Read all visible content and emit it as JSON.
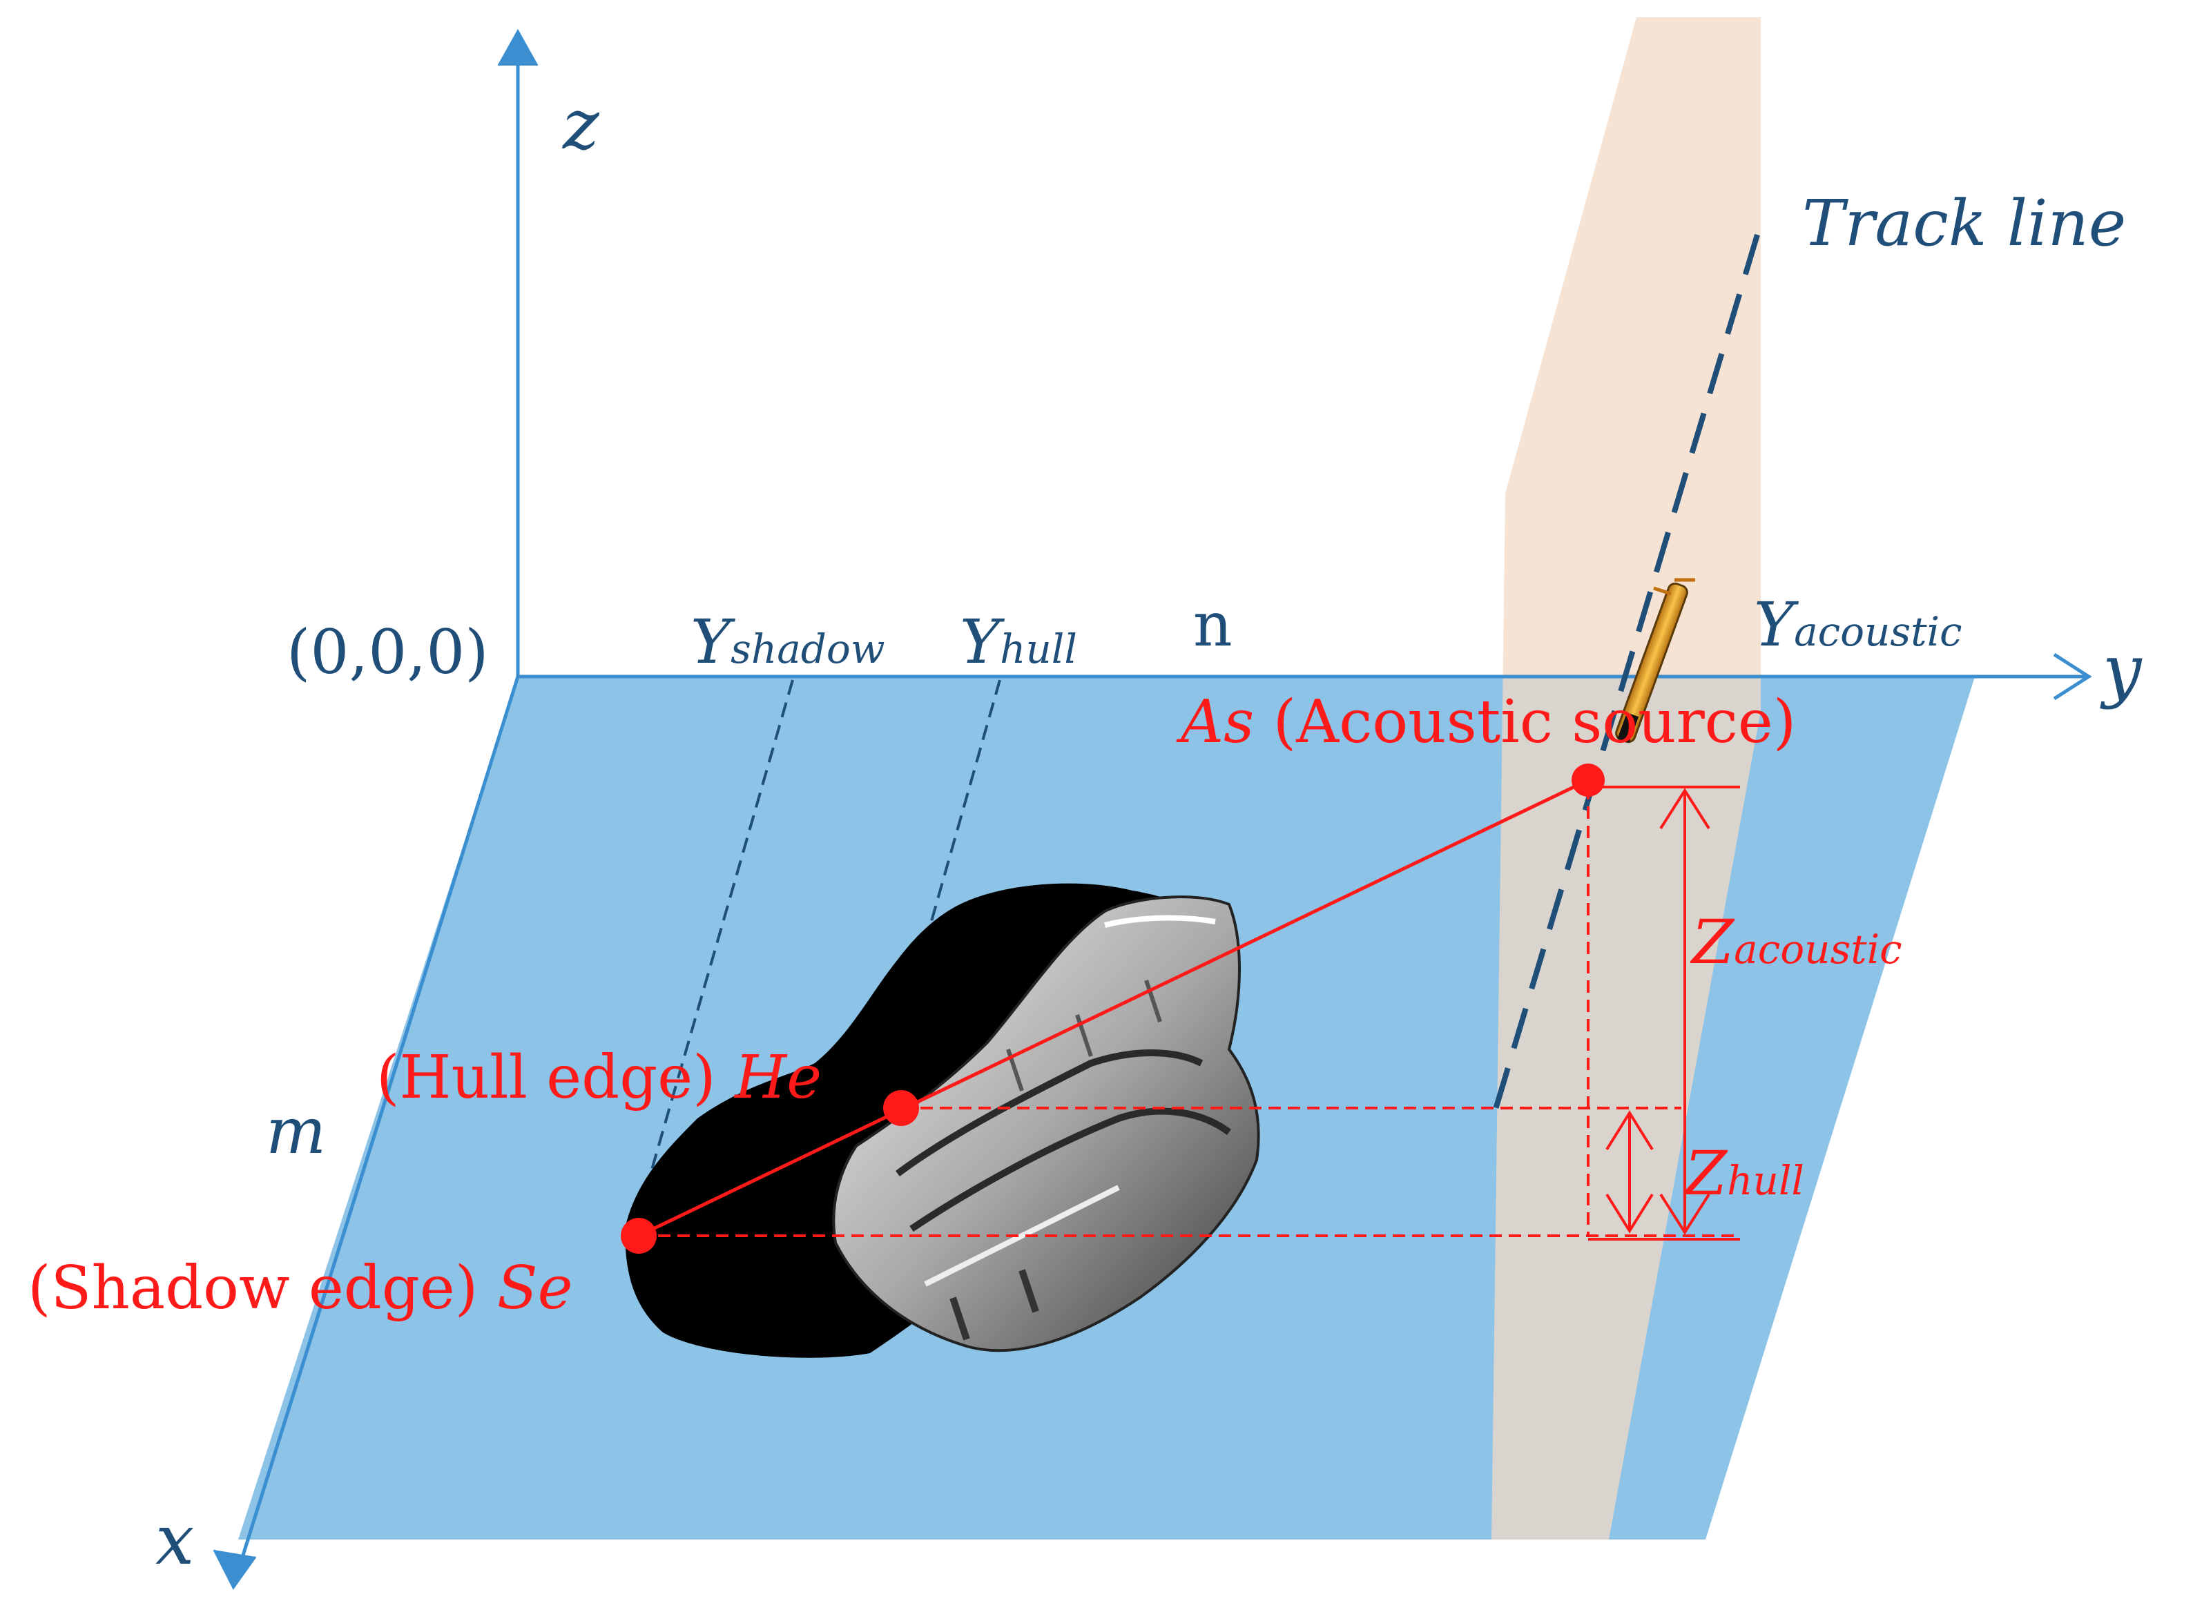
{
  "labels": {
    "origin": "(0,0,0)",
    "z_axis": "z",
    "y_axis": "y",
    "x_axis": "x",
    "n_label": "n",
    "m_label": "m",
    "track_line": "Track line",
    "y_shadow_main": "Y",
    "y_shadow_sub": "shadow",
    "y_hull_main": "Y",
    "y_hull_sub": "hull",
    "y_acoustic_main": "Y",
    "y_acoustic_sub": "acoustic",
    "as_italic": "As",
    "as_rest": " (Acoustic source)",
    "he_text": "(Hull edge) ",
    "he_italic": "He",
    "se_text": "(Shadow edge) ",
    "se_italic": "Se",
    "z_acoustic_main": "Z",
    "z_acoustic_sub": "acoustic",
    "z_hull_main": "Z",
    "z_hull_sub": "hull"
  },
  "colors": {
    "axis": "#3b8fd0",
    "seabed_plane": "#8cc3e6",
    "vertical_plane": "#f3d9c4",
    "label_blue": "#1f4e79",
    "red": "#ff1a1a",
    "track_dash": "#1f4e79",
    "shadow": "#000000",
    "sonar_body": "#e8a020"
  },
  "icons": {
    "boat": "wreck-boat-icon",
    "sonar": "towfish-sonar-icon"
  }
}
